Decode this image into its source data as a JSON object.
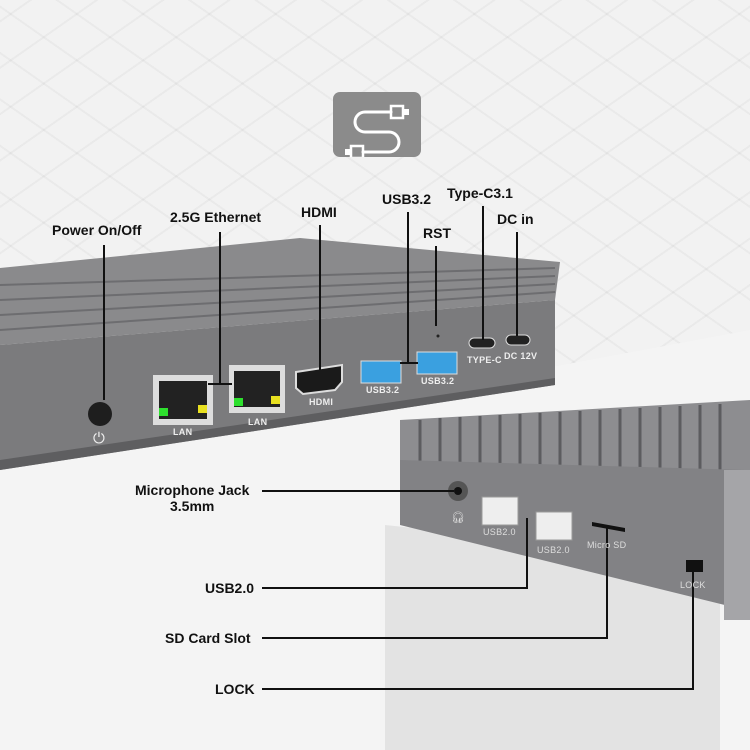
{
  "callouts": {
    "power": "Power On/Off",
    "ethernet": "2.5G Ethernet",
    "hdmi": "HDMI",
    "usb32": "USB3.2",
    "rst": "RST",
    "typec": "Type-C3.1",
    "dc": "DC in",
    "mic_line1": "Microphone Jack",
    "mic_line2": "3.5mm",
    "usb20": "USB2.0",
    "sd": "SD Card Slot",
    "lock": "LOCK"
  },
  "port_labels": {
    "lan1": "LAN",
    "lan2": "LAN",
    "hdmi": "HDMI",
    "usb32_1": "USB3.2",
    "usb32_2": "USB3.2",
    "typec": "TYPE-C",
    "dc": "DC 12V",
    "usb20_1": "USB2.0",
    "usb20_2": "USB2.0",
    "microsd": "Micro SD",
    "lock": "LOCK"
  },
  "icon": "usb-cable-icon",
  "colors": {
    "device": "#7b7b7d",
    "usb3": "#3aa0e0",
    "led_green": "#2ee02e",
    "led_yellow": "#e8e020"
  }
}
